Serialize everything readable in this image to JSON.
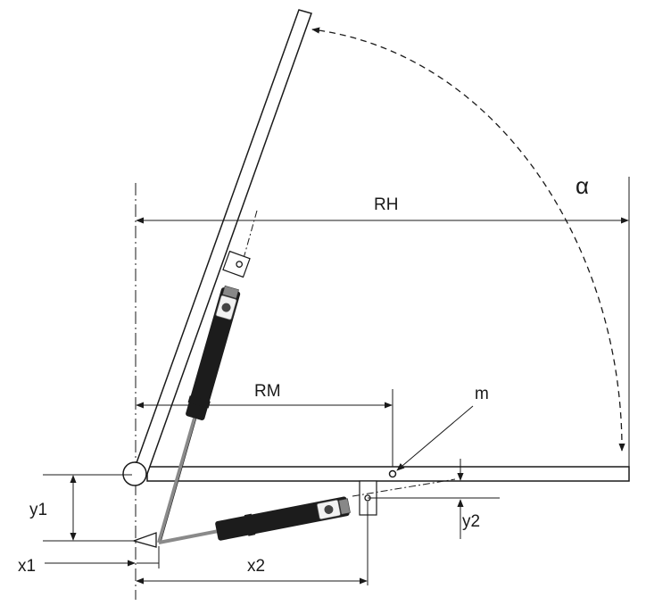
{
  "labels": {
    "alpha": "α",
    "rh": "RH",
    "rm": "RM",
    "m": "m",
    "y1": "y1",
    "y2": "y2",
    "x1": "x1",
    "x2": "x2"
  },
  "colors": {
    "line": "#1a1a1a",
    "strut_body": "#1c1c1c",
    "rod": "#8a8a8a",
    "background": "#ffffff"
  }
}
